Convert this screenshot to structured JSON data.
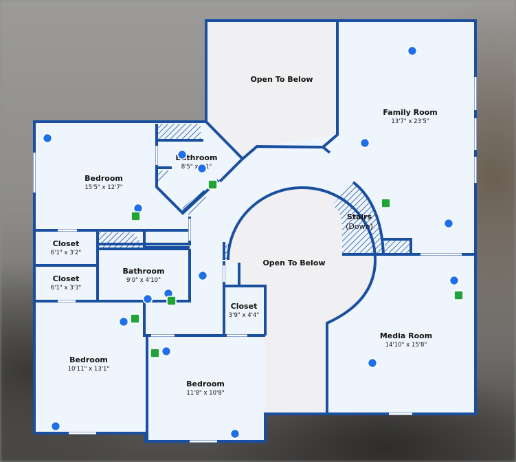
{
  "floorplan": {
    "rooms": [
      {
        "name": "Open To Below",
        "dims": ""
      },
      {
        "name": "Family Room",
        "dims": "13'7\" x 23'5\""
      },
      {
        "name": "Bedroom",
        "dims": "15'5\" x 12'7\""
      },
      {
        "name": "Bathroom",
        "dims": "8'5\" x 9'1\""
      },
      {
        "name": "Stairs",
        "dims": "(Down)"
      },
      {
        "name": "Closet",
        "dims": "6'1\" x 3'2\""
      },
      {
        "name": "Closet",
        "dims": "6'1\" x 3'3\""
      },
      {
        "name": "Bathroom",
        "dims": "9'0\" x 4'10\""
      },
      {
        "name": "Open To Below",
        "dims": ""
      },
      {
        "name": "Closet",
        "dims": "3'9\" x 4'4\""
      },
      {
        "name": "Media Room",
        "dims": "14'10\" x 15'8\""
      },
      {
        "name": "Bedroom",
        "dims": "10'11\" x 13'1\""
      },
      {
        "name": "Bedroom",
        "dims": "11'8\" x 10'8\""
      }
    ],
    "colors": {
      "wall": "#1a4fa0",
      "floor": "#eef5fc",
      "open_area": "#f0f0f2",
      "marker_blue": "#1f6fe8",
      "marker_green": "#22a33a"
    }
  }
}
